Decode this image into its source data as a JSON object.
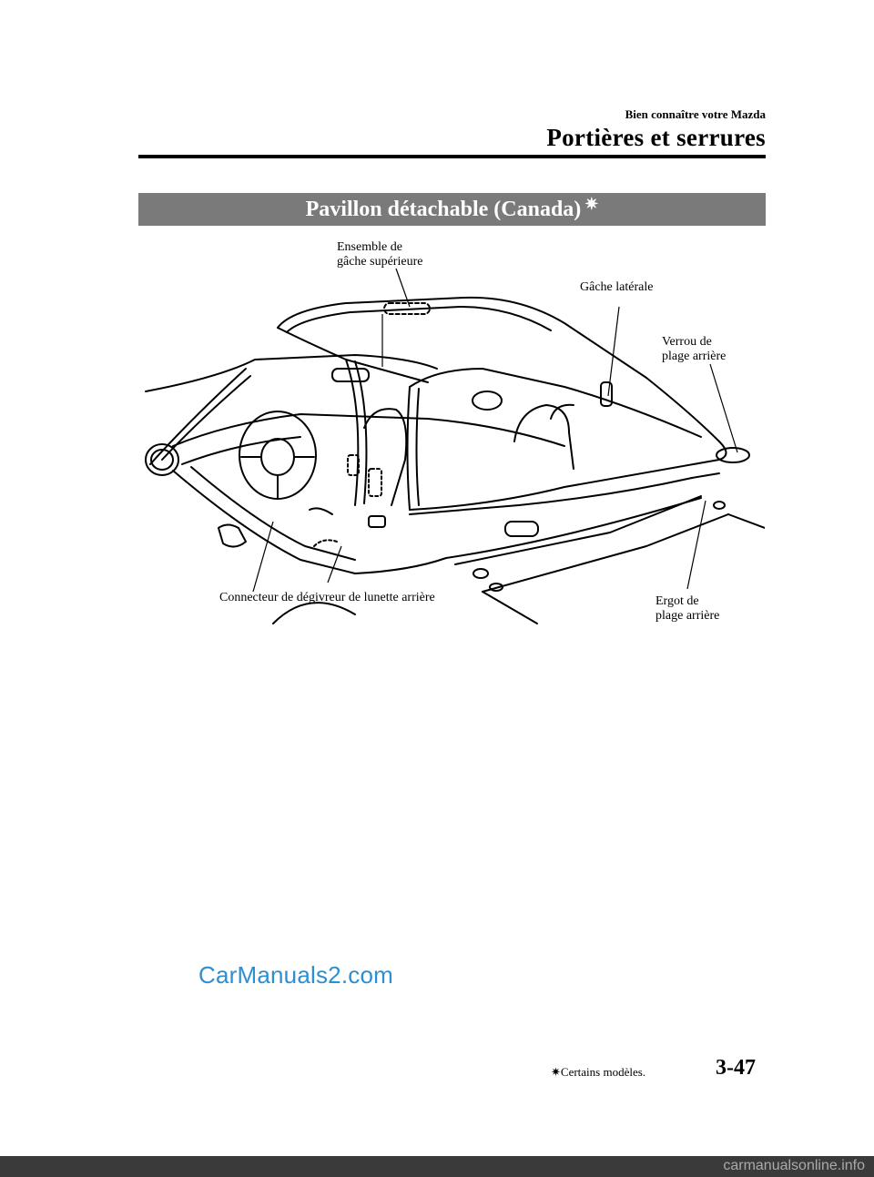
{
  "header": {
    "kicker": "Bien connaître votre Mazda",
    "title": "Portières et serrures"
  },
  "section": {
    "title": "Pavillon détachable (Canada)",
    "mark": "✷"
  },
  "diagram": {
    "labels": {
      "upper_latch": "Ensemble de\ngâche supérieure",
      "upper_latch_line1": "Ensemble de",
      "upper_latch_line2": "gâche supérieure",
      "side_latch": "Gâche latérale",
      "rear_lock_line1": "Verrou de",
      "rear_lock_line2": "plage arrière",
      "defroster_connector": "Connecteur de dégivreur de lunette arrière",
      "rear_pin_line1": "Ergot de",
      "rear_pin_line2": "plage arrière"
    }
  },
  "footer": {
    "footnote_mark": "✷",
    "footnote_text": "Certains modèles.",
    "page_number": "3-47",
    "watermark": "CarManuals2.com",
    "bottom_watermark": "carmanualsonline.info"
  }
}
